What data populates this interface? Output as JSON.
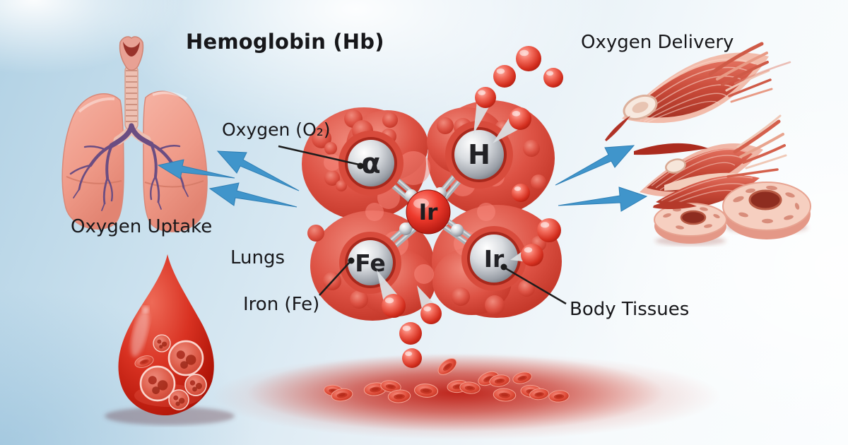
{
  "title": "Hemoglobin (Hb)",
  "labels": {
    "oxygen_delivery": "Oxygen Delivery",
    "oxygen_uptake": "Oxygen Uptake",
    "oxygen_o2": "Oxygen (O₂)",
    "lungs": "Lungs",
    "iron_fe": "Iron (Fe)",
    "body_tissues": "Body Tissues"
  },
  "molecule": {
    "center": {
      "label": "Ir"
    },
    "subunits": [
      {
        "label": "α"
      },
      {
        "label": "H"
      },
      {
        "label": "Fe"
      },
      {
        "label": "Ir"
      }
    ]
  },
  "colors": {
    "arrow_blue": "#4095cb",
    "blood_red": "#d3291b",
    "sphere_gray": "#b9bdc4",
    "lung_pink": "#f0a696",
    "background_blue": "#aecfe3"
  }
}
